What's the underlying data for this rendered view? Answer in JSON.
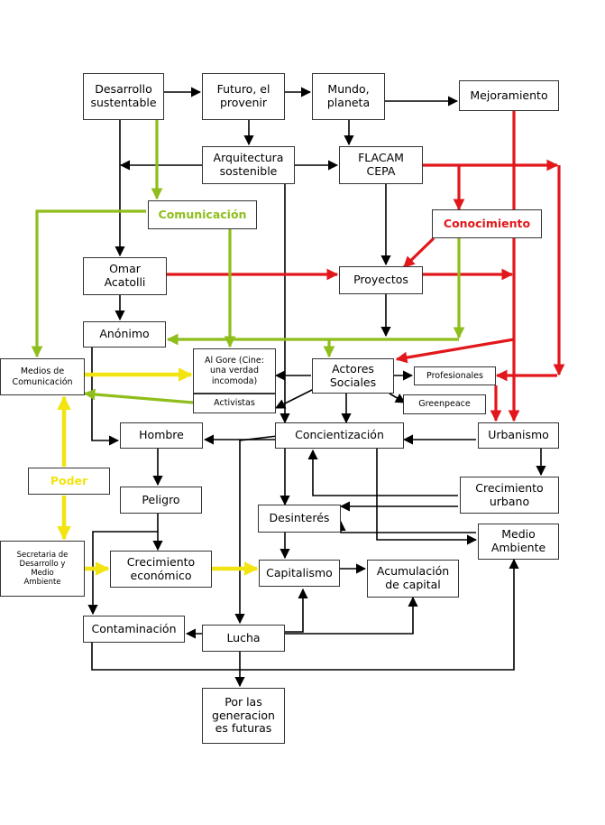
{
  "nodes": {
    "desarrollo": "Desarrollo\nsustentable",
    "futuro": "Futuro, el\nprovenir",
    "mundo": "Mundo,\nplaneta",
    "mejoramiento": "Mejoramiento",
    "arquitectura": "Arquitectura\nsostenible",
    "flacam": "FLACAM\nCEPA",
    "comunicacion": "Comunicación",
    "conocimiento": "Conocimiento",
    "omar": "Omar\nAcatolli",
    "proyectos": "Proyectos",
    "anonimo": "Anónimo",
    "medios": "Medios de\nComunicación",
    "algore": "Al Gore (Cine:\nuna verdad\nincomoda)",
    "activistas": "Activistas",
    "actores": "Actores\nSociales",
    "profesionales": "Profesionales",
    "greenpeace": "Greenpeace",
    "hombre": "Hombre",
    "concientizacion": "Concientización",
    "urbanismo": "Urbanismo",
    "poder": "Poder",
    "peligro": "Peligro",
    "crec_urbano": "Crecimiento\nurbano",
    "desinteres": "Desinterés",
    "medio_ambiente": "Medio\nAmbiente",
    "secretaria": "Secretaria de\nDesarrollo y\nMedio\nAmbiente",
    "crec_economico": "Crecimiento\neconómico",
    "capitalismo": "Capitalismo",
    "acumulacion": "Acumulación\nde capital",
    "contaminacion": "Contaminación",
    "lucha": "Lucha",
    "generaciones": "Por las\ngeneracion\nes futuras"
  },
  "colors": {
    "black": "#000000",
    "green": "#8fbe1c",
    "red": "#e2171b",
    "yellow": "#f2e411"
  }
}
